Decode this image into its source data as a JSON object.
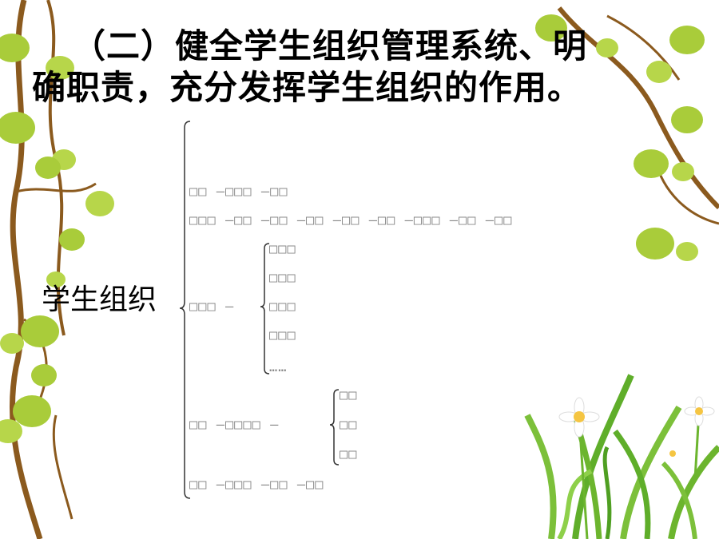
{
  "slide": {
    "title_line1": "（二）健全学生组织管理系统、明",
    "title_line2": "确职责，充分发挥学生组织的作用。",
    "root_label": "学生组织",
    "branches": {
      "row1": "□□ —□□□ —□□",
      "row2": "□□□ —□□ —□□ —□□ —□□ —□□ —□□□ —□□ —□□",
      "row3_head": "□□□ —",
      "row3_children": [
        "□□□",
        "□□□",
        "□□□",
        "□□□",
        "……"
      ],
      "row4_head": "□□ —□□□□ —",
      "row4_children": [
        "□□",
        "□□",
        "□□"
      ],
      "row5": "□□ —□□□ —□□ —□□"
    }
  },
  "colors": {
    "background": "#ffffff",
    "title_text": "#000000",
    "branch_text": "#8a8a8a",
    "bracket_line": "#333333",
    "leaf_green": "#a9cc3a",
    "branch_brown": "#8b5a1e",
    "grass_green": "#6cb52e"
  },
  "icons": [
    "vine-leaves-left",
    "vine-leaves-right",
    "grass-flowers-bottom-right"
  ]
}
